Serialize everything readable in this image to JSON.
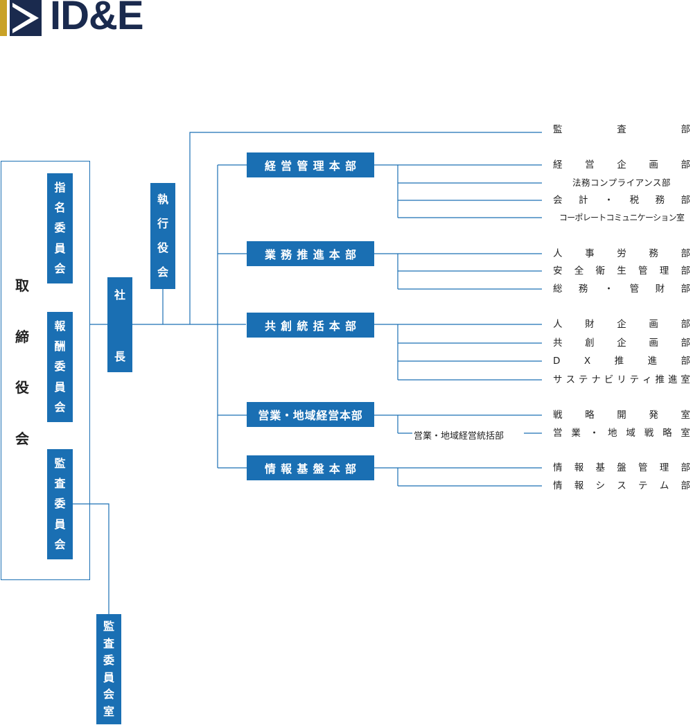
{
  "logo": {
    "text": "ID&E"
  },
  "board": {
    "label": [
      "取",
      "締",
      "役",
      "会"
    ]
  },
  "committees": [
    {
      "chars": [
        "指",
        "名",
        "委",
        "員",
        "会"
      ]
    },
    {
      "chars": [
        "報",
        "酬",
        "委",
        "員",
        "会"
      ]
    },
    {
      "chars": [
        "監",
        "査",
        "委",
        "員",
        "会"
      ]
    }
  ],
  "audit_office": {
    "chars": [
      "監",
      "査",
      "委",
      "員",
      "会",
      "室"
    ]
  },
  "president": {
    "chars": [
      "社",
      "長"
    ]
  },
  "executive_officers": {
    "chars": [
      "執",
      "行",
      "役",
      "会"
    ]
  },
  "headquarters": [
    {
      "label": "経営管理本部"
    },
    {
      "label": "業務推進本部"
    },
    {
      "label": "共創統括本部"
    },
    {
      "label": "営業・地域経営本部"
    },
    {
      "label": "情報基盤本部"
    }
  ],
  "audit_department": {
    "chars": [
      "監",
      "査",
      "部"
    ]
  },
  "departments": [
    {
      "chars": [
        "経",
        "営",
        "企",
        "画",
        "部"
      ]
    },
    {
      "chars": [
        "法務コンプライアンス部"
      ]
    },
    {
      "chars": [
        "会",
        "計",
        "・",
        "税",
        "務",
        "部"
      ]
    },
    {
      "chars": [
        "コーポレートコミュニケーション室"
      ]
    },
    {
      "chars": [
        "人",
        "事",
        "労",
        "務",
        "部"
      ]
    },
    {
      "chars": [
        "安",
        "全",
        "衛",
        "生",
        "管",
        "理",
        "部"
      ]
    },
    {
      "chars": [
        "総",
        "務",
        "・",
        "管",
        "財",
        "部"
      ]
    },
    {
      "chars": [
        "人",
        "財",
        "企",
        "画",
        "部"
      ]
    },
    {
      "chars": [
        "共",
        "創",
        "企",
        "画",
        "部"
      ]
    },
    {
      "chars": [
        "D",
        "X",
        "推",
        "進",
        "部"
      ]
    },
    {
      "chars": [
        "サ",
        "ス",
        "テ",
        "ナ",
        "ビ",
        "リ",
        "テ",
        "ィ",
        "推",
        "進",
        "室"
      ]
    },
    {
      "chars": [
        "戦",
        "略",
        "開",
        "発",
        "室"
      ]
    },
    {
      "chars": [
        "営",
        "業",
        "・",
        "地",
        "域",
        "戦",
        "略",
        "室"
      ]
    },
    {
      "chars": [
        "情",
        "報",
        "基",
        "盤",
        "管",
        "理",
        "部"
      ]
    },
    {
      "chars": [
        "情",
        "報",
        "シ",
        "ス",
        "テ",
        "ム",
        "部"
      ]
    }
  ],
  "sub_division": {
    "label": "営業・地域経営統括部"
  },
  "colors": {
    "primary_blue": "#1a6fb3",
    "logo_navy": "#1a2a4e",
    "logo_gold": "#c9a227"
  }
}
